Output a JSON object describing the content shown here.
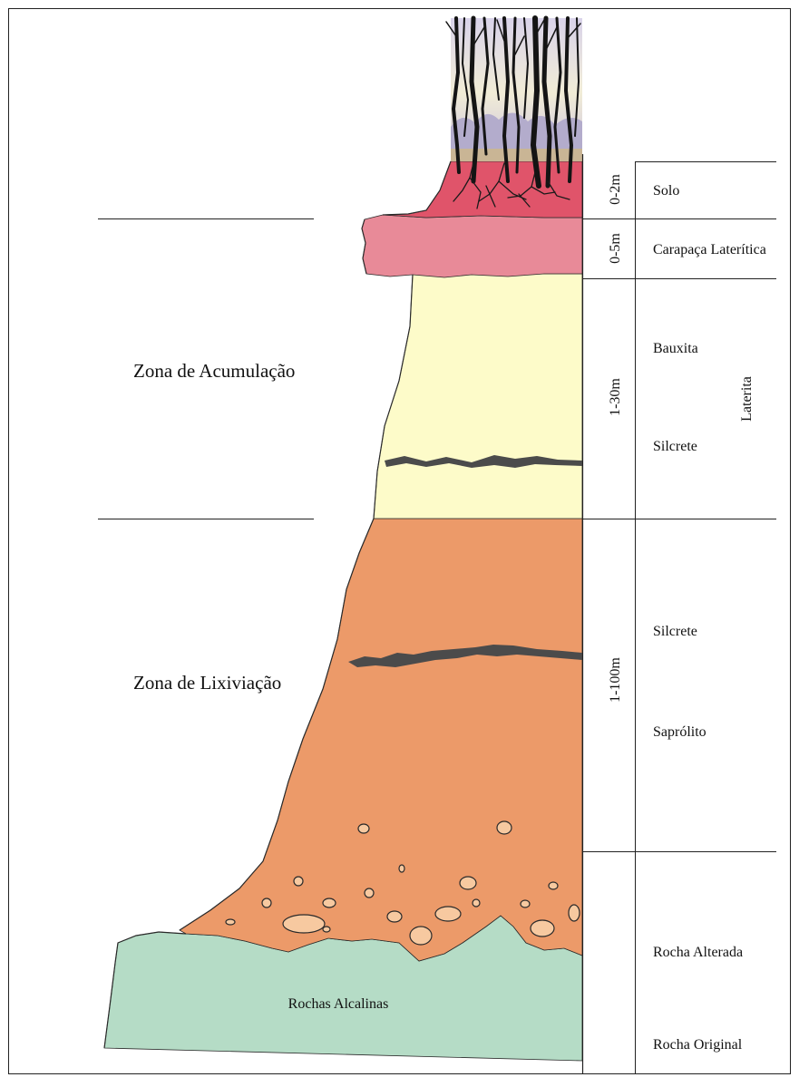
{
  "zones": {
    "accumulation": "Zona de Acumulação",
    "leaching": "Zona de Lixiviação"
  },
  "thickness": {
    "solo": "0-2m",
    "carapaca": "0-5m",
    "bauxita": "1-30m",
    "saprolito": "1-100m"
  },
  "layers": {
    "solo": "Solo",
    "carapaca": "Carapaça Laterítica",
    "bauxita": "Bauxita",
    "silcrete_upper": "Silcrete",
    "silcrete_lower": "Silcrete",
    "saprolito": "Saprólito",
    "rocha_alterada": "Rocha Alterada",
    "rocha_original": "Rocha Original"
  },
  "group": {
    "laterita": "Laterita"
  },
  "bedrock_label": "Rochas Alcalinas",
  "colors": {
    "solo": "#e0546a",
    "carapaca": "#e88a98",
    "bauxita": "#fdfbc9",
    "saprolito": "#ec9a69",
    "rocha": "#b5dcc6",
    "silcrete": "#4b4b4b",
    "clast": "#f7c9a0"
  }
}
